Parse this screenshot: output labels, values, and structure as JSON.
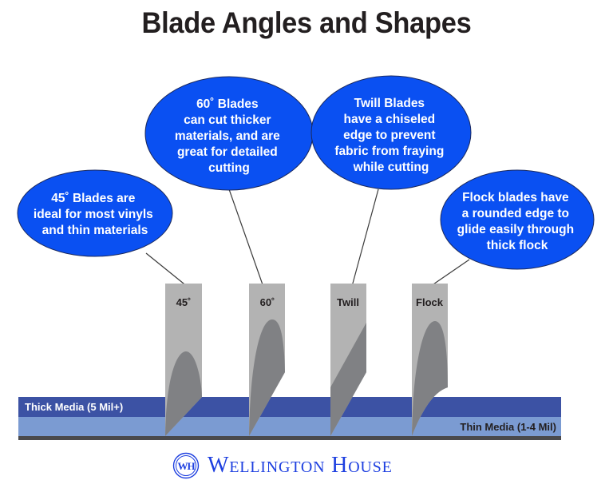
{
  "title": "Blade Angles and Shapes",
  "colors": {
    "bubble_fill": "#0a50f2",
    "bubble_stroke": "#1b2a5e",
    "blade_body": "#b3b3b3",
    "blade_edge": "#808184",
    "thick_media": "#3c52a4",
    "thin_media": "#7b9bd2",
    "base_line": "#4a4a4d",
    "logo_blue": "#1d3fe0",
    "title": "#231f20"
  },
  "bubbles": [
    {
      "id": "45",
      "lines": [
        "45˚ Blades are",
        "ideal for most vinyls",
        "and thin materials"
      ]
    },
    {
      "id": "60",
      "lines": [
        "60˚ Blades",
        "can cut thicker",
        "materials, and are",
        "great for detailed",
        "cutting"
      ]
    },
    {
      "id": "twill",
      "lines": [
        "Twill Blades",
        "have a chiseled",
        "edge to prevent",
        "fabric from fraying",
        "while cutting"
      ]
    },
    {
      "id": "flock",
      "lines": [
        "Flock blades have",
        "a rounded edge to",
        "glide easily through",
        "thick flock"
      ]
    }
  ],
  "blades": [
    {
      "label": "45˚",
      "type": "45-degree"
    },
    {
      "label": "60˚",
      "type": "60-degree"
    },
    {
      "label": "Twill",
      "type": "twill"
    },
    {
      "label": "Flock",
      "type": "flock"
    }
  ],
  "media": {
    "thick_label": "Thick Media (5 Mil+)",
    "thin_label": "Thin Media (1-4 Mil)"
  },
  "logo": {
    "emblem": "WH",
    "name": "Wellington House"
  }
}
